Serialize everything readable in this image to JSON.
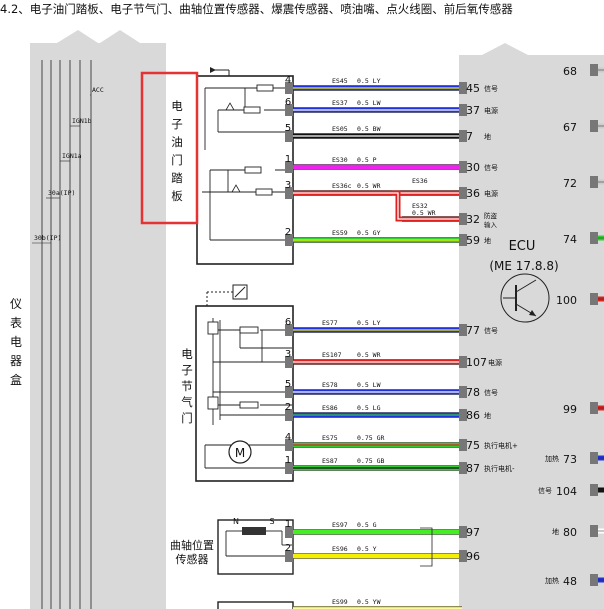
{
  "header": "4.2、电子油门踏板、电子节气门、曲轴位置传感器、爆震传感器、喷油嘴、点火线圈、前后氧传感器",
  "panel_label": "仪表电器盒",
  "panel_lines": [
    "ACC",
    "IGN1b",
    "IGN1a",
    "30a(IP)",
    "30b(IP)"
  ],
  "ecu": {
    "title": "ECU",
    "model": "(ME 17.8.8)"
  },
  "components": {
    "pedal": "电子油门踏板",
    "throttle": "电子节气门",
    "crank": [
      "曲轴位置",
      "传感器"
    ]
  },
  "wires": [
    {
      "group": "pedal",
      "pin": "4",
      "code": "ES45",
      "spec": "0.5 LY",
      "ecu_pin": "45",
      "func": "信号",
      "color": "#2233dd",
      "stripe": "#f0f000"
    },
    {
      "group": "pedal",
      "pin": "6",
      "code": "ES37",
      "spec": "0.5 LW",
      "ecu_pin": "37",
      "func": "电源",
      "color": "#2233dd",
      "stripe": "#ffffff"
    },
    {
      "group": "pedal",
      "pin": "5",
      "code": "ES05",
      "spec": "0.5 BW",
      "ecu_pin": "7",
      "func": "地",
      "color": "#111111",
      "stripe": "#ffffff"
    },
    {
      "group": "pedal",
      "pin": "1",
      "code": "ES30",
      "spec": "0.5 P",
      "ecu_pin": "30",
      "func": "信号",
      "color": "#ee22ee",
      "stripe": ""
    },
    {
      "group": "pedal",
      "pin": "3",
      "code": "ES36c",
      "spec": "0.5 WR",
      "ecu_pin": "36",
      "func": "电源",
      "color": "#dd2222",
      "stripe": "#ffffff"
    },
    {
      "group": "pedal",
      "pin": "",
      "code": "ES32",
      "spec": "0.5 WR",
      "ecu_pin": "32",
      "func": "防盗输入",
      "color": "#dd2222",
      "stripe": "#ffffff"
    },
    {
      "group": "pedal",
      "pin": "2",
      "code": "ES59",
      "spec": "0.5 GY",
      "ecu_pin": "59",
      "func": "地",
      "color": "#33cc33",
      "stripe": "#f0f000"
    },
    {
      "group": "throttle",
      "pin": "6",
      "code": "ES77",
      "spec": "0.5 LY",
      "ecu_pin": "77",
      "func": "信号",
      "color": "#2233dd",
      "stripe": "#f0f000"
    },
    {
      "group": "throttle",
      "pin": "3",
      "code": "ES107",
      "spec": "0.5 WR",
      "ecu_pin": "107",
      "func": "电源",
      "color": "#dd2222",
      "stripe": "#ffffff"
    },
    {
      "group": "throttle",
      "pin": "5",
      "code": "ES78",
      "spec": "0.5 LW",
      "ecu_pin": "78",
      "func": "信号",
      "color": "#2233dd",
      "stripe": "#ffffff"
    },
    {
      "group": "throttle",
      "pin": "2",
      "code": "ES86",
      "spec": "0.5 LG",
      "ecu_pin": "86",
      "func": "地",
      "color": "#2233dd",
      "stripe": "#33cc33"
    },
    {
      "group": "throttle",
      "pin": "4",
      "code": "ES75",
      "spec": "0.75 GR",
      "ecu_pin": "75",
      "func": "执行电机+",
      "color": "#33cc33",
      "stripe": "#dd2222"
    },
    {
      "group": "throttle",
      "pin": "1",
      "code": "ES87",
      "spec": "0.75 GB",
      "ecu_pin": "87",
      "func": "执行电机-",
      "color": "#33cc33",
      "stripe": "#111111"
    },
    {
      "group": "crank",
      "pin": "1",
      "code": "ES97",
      "spec": "0.5 G",
      "ecu_pin": "97",
      "func": "",
      "color": "#44ee22",
      "stripe": ""
    },
    {
      "group": "crank",
      "pin": "2",
      "code": "ES96",
      "spec": "0.5 Y",
      "ecu_pin": "96",
      "func": "",
      "color": "#f5f000",
      "stripe": ""
    },
    {
      "group": "bottom",
      "pin": "",
      "code": "ES99",
      "spec": "0.5 YW",
      "ecu_pin": "",
      "func": "",
      "color": "#f5f000",
      "stripe": "#ffffff"
    }
  ],
  "crank_coil_labels": [
    "N",
    "S"
  ],
  "right_pins": [
    {
      "num": "68",
      "label": "",
      "color": "#cccccc"
    },
    {
      "num": "67",
      "label": "",
      "color": "#cccccc"
    },
    {
      "num": "72",
      "label": "",
      "color": "#cccccc"
    },
    {
      "num": "74",
      "label": "",
      "color": "#33cc33"
    },
    {
      "num": "100",
      "label": "",
      "color": "#dd2222"
    },
    {
      "num": "99",
      "label": "",
      "color": "#dd2222"
    },
    {
      "num": "73",
      "label": "加热",
      "color": "#2233dd"
    },
    {
      "num": "104",
      "label": "信号",
      "color": "#111111"
    },
    {
      "num": "80",
      "label": "地",
      "color": "#ffffff"
    },
    {
      "num": "48",
      "label": "加热",
      "color": "#2233dd"
    }
  ]
}
